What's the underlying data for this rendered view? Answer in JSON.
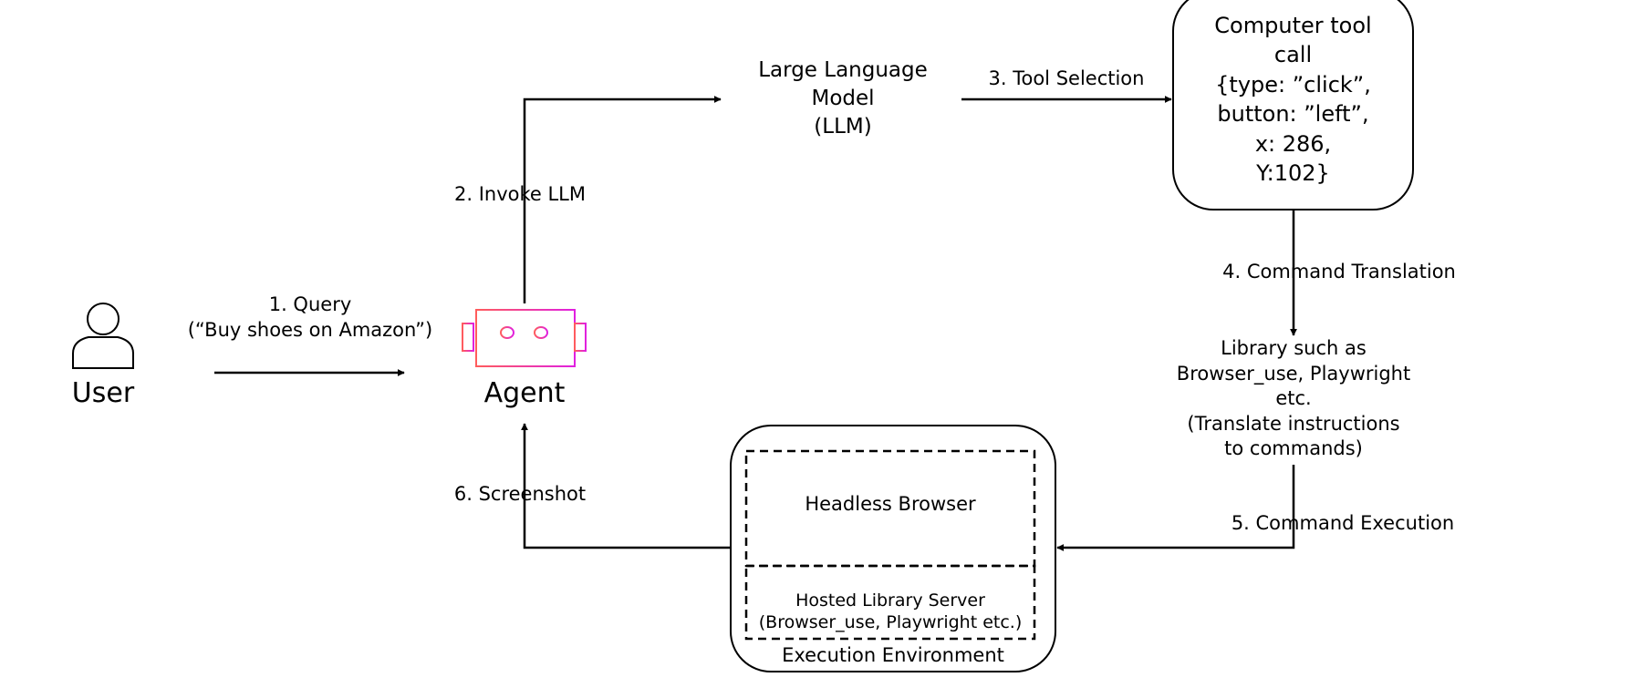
{
  "nodes": {
    "user": {
      "label": "User",
      "icon": "user-icon"
    },
    "agent": {
      "label": "Agent",
      "icon": "robot-icon",
      "accent_start": "#ff5c5c",
      "accent_end": "#e020e0"
    },
    "llm": {
      "label": "Large Language\nModel\n(LLM)"
    },
    "tool_call": {
      "label": "Computer tool\ncall\n{type: ”click”,\nbutton: ”left”,\nx: 286,\nY:102}"
    },
    "library": {
      "label": "Library such as\nBrowser_use, Playwright\netc.\n(Translate instructions\nto commands)"
    },
    "execution": {
      "label": "Execution Environment",
      "browser": "Headless Browser",
      "server": "Hosted Library Server\n(Browser_use, Playwright etc.)"
    }
  },
  "edges": {
    "query": "1. Query\n(“Buy shoes on Amazon”)",
    "invoke": "2. Invoke LLM",
    "tool_selection": "3. Tool Selection",
    "command_translation": "4. Command Translation",
    "command_execution": "5. Command Execution",
    "screenshot": "6. Screenshot"
  }
}
